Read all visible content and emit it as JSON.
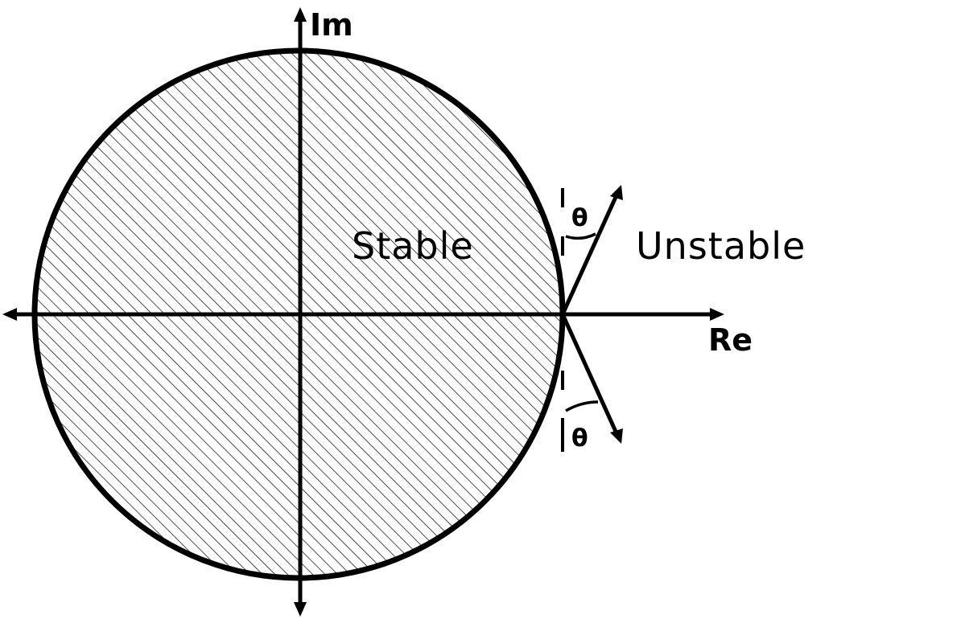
{
  "labels": {
    "imaginary_axis": "Im",
    "real_axis": "Re",
    "stable_region": "Stable",
    "unstable_region": "Unstable",
    "angle_top": "θ",
    "angle_bottom": "θ"
  },
  "style": {
    "stroke": "#000000",
    "background": "#ffffff",
    "hatch": "#000000"
  }
}
